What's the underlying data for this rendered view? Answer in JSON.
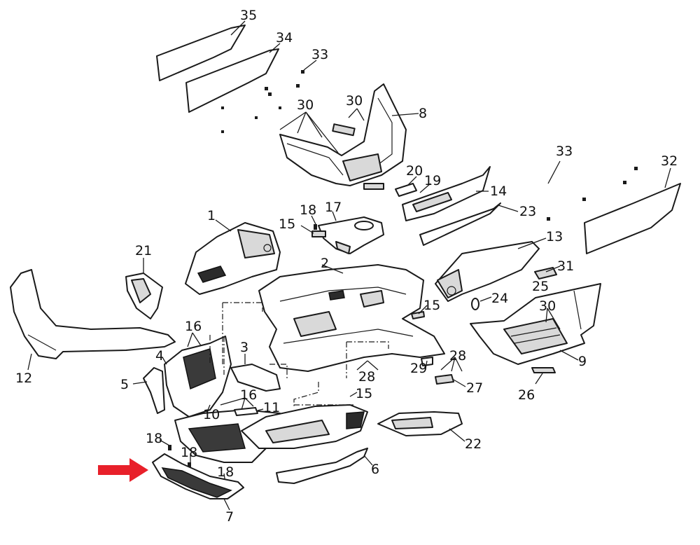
{
  "callouts": {
    "c35": "35",
    "c34": "34",
    "c33a": "33",
    "c30a": "30",
    "c30b": "30",
    "c8": "8",
    "c33b": "33",
    "c32": "32",
    "c20": "20",
    "c19": "19",
    "c14": "14",
    "c23": "23",
    "c18a": "18",
    "c17": "17",
    "c15a": "15",
    "c1": "1",
    "c2": "2",
    "c13": "13",
    "c21": "21",
    "c31": "31",
    "c25": "25",
    "c24": "24",
    "c15b": "15",
    "c30c": "30",
    "c16a": "16",
    "c3": "3",
    "c12": "12",
    "c4": "4",
    "c5": "5",
    "c28a": "28",
    "c28b": "28",
    "c29": "29",
    "c9": "9",
    "c27": "27",
    "c16b": "16",
    "c10": "10",
    "c11": "11",
    "c15c": "15",
    "c26": "26",
    "c22": "22",
    "c18b": "18",
    "c18c": "18",
    "c18d": "18",
    "c6": "6",
    "c7": "7"
  },
  "highlight_arrow": {
    "color": "#e8202a",
    "target_part": "7"
  }
}
